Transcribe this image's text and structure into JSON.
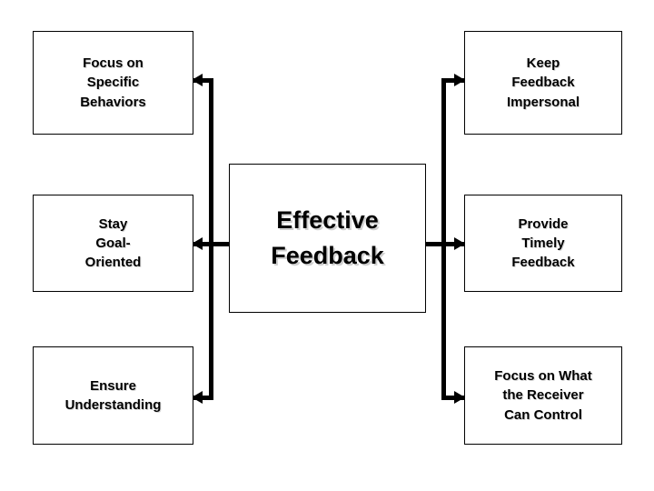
{
  "diagram": {
    "title": "Effective Feedback",
    "center": {
      "label": "Effective\nFeedback"
    },
    "colors": {
      "background": "#ffffff",
      "box_border": "#000000",
      "box_fill": "#ffffff",
      "connector": "#000000",
      "text": "#000000",
      "text_shadow": "#d0d0d0"
    },
    "left_nodes": [
      {
        "id": "focus-behaviors",
        "label": "Focus on\nSpecific\nBehaviors"
      },
      {
        "id": "stay-goal",
        "label": "Stay\nGoal-\nOriented"
      },
      {
        "id": "ensure-understanding",
        "label": "Ensure\nUnderstanding"
      }
    ],
    "right_nodes": [
      {
        "id": "keep-impersonal",
        "label": "Keep\nFeedback\nImpersonal"
      },
      {
        "id": "provide-timely",
        "label": "Provide\nTimely\nFeedback"
      },
      {
        "id": "receiver-control",
        "label": "Focus on What\nthe Receiver\nCan Control"
      }
    ],
    "connectors": [
      {
        "id": "to-focus-behaviors",
        "from": "Effective Feedback",
        "to": "Focus on Specific Behaviors",
        "direction": "left"
      },
      {
        "id": "to-stay-goal",
        "from": "Effective Feedback",
        "to": "Stay Goal-Oriented",
        "direction": "left"
      },
      {
        "id": "to-ensure-understanding",
        "from": "Effective Feedback",
        "to": "Ensure Understanding",
        "direction": "left"
      },
      {
        "id": "to-keep-impersonal",
        "from": "Effective Feedback",
        "to": "Keep Feedback Impersonal",
        "direction": "right"
      },
      {
        "id": "to-provide-timely",
        "from": "Effective Feedback",
        "to": "Provide Timely Feedback",
        "direction": "right"
      },
      {
        "id": "to-receiver-control",
        "from": "Effective Feedback",
        "to": "Focus on What the Receiver Can Control",
        "direction": "right"
      }
    ]
  }
}
